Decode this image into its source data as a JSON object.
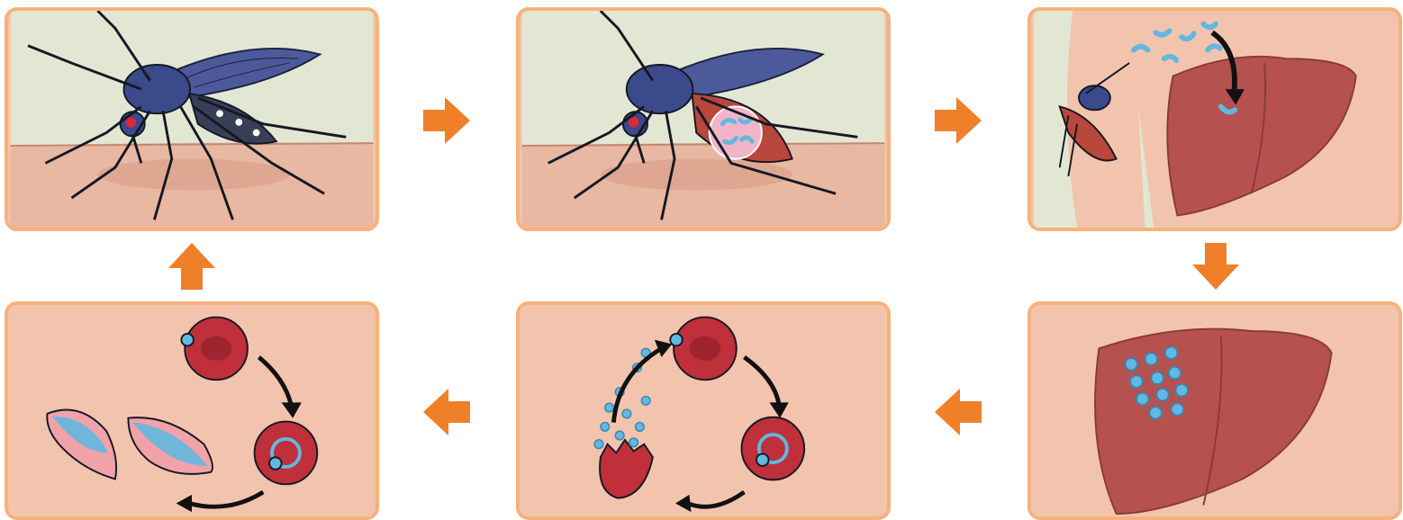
{
  "diagram": {
    "panels": [
      {
        "id": "mosquito-bite",
        "icon": "mosquito-feeding-icon"
      },
      {
        "id": "parasites-in-mosquito",
        "icon": "mosquito-sporozoites-icon"
      },
      {
        "id": "sporozoites-to-liver",
        "icon": "liver-invasion-icon"
      },
      {
        "id": "liver-stage",
        "icon": "infected-liver-icon"
      },
      {
        "id": "blood-stage-cycle",
        "icon": "red-cell-rupture-cycle-icon"
      },
      {
        "id": "gametocytes",
        "icon": "gametocyte-cycle-icon"
      }
    ],
    "arrow_color": "#f07f2a",
    "panel_border_color": "#f6b27c",
    "skin_color": "#f2c4ad",
    "parasite_color": "#62b8e0",
    "cell_color": "#c0303a",
    "liver_color": "#b5514f"
  }
}
